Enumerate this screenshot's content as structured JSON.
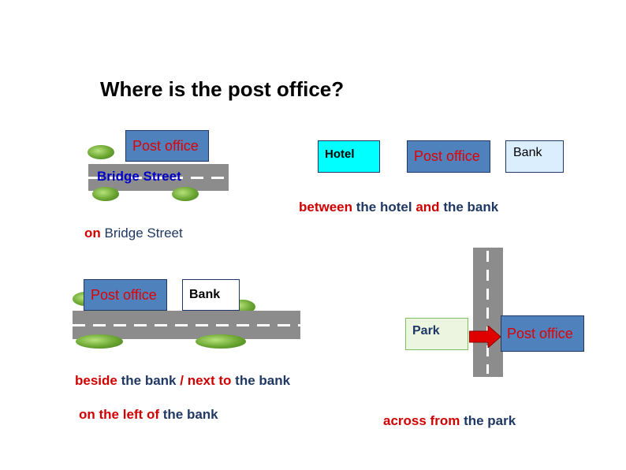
{
  "title": "Where is the post office?",
  "scene1": {
    "post_office": "Post office",
    "street": "Bridge Street",
    "caption_prep": "on",
    "caption_place": "Bridge Street"
  },
  "scene2": {
    "hotel": "Hotel",
    "post_office": "Post office",
    "bank": "Bank",
    "caption_a": "between",
    "caption_b": "the hotel",
    "caption_c": "and",
    "caption_d": "the bank"
  },
  "scene3": {
    "post_office": "Post office",
    "bank": "Bank",
    "caption1_a": "beside",
    "caption1_b": "the bank",
    "caption1_c": "/",
    "caption1_d": "next to",
    "caption1_e": "the bank",
    "caption2_a": "on the left of",
    "caption2_b": "the bank"
  },
  "scene4": {
    "park": "Park",
    "post_office": "Post office",
    "caption_a": "across from",
    "caption_b": "the park"
  },
  "colors": {
    "post_office_bg": "#4f81bd",
    "label_red": "#d00000",
    "label_navy": "#1f3864",
    "road": "#8c8c8c",
    "hotel_bg": "#00ffff",
    "bank_bg": "#dbeefd",
    "park_bg": "#ebf5df",
    "arrow": "#e00000"
  }
}
